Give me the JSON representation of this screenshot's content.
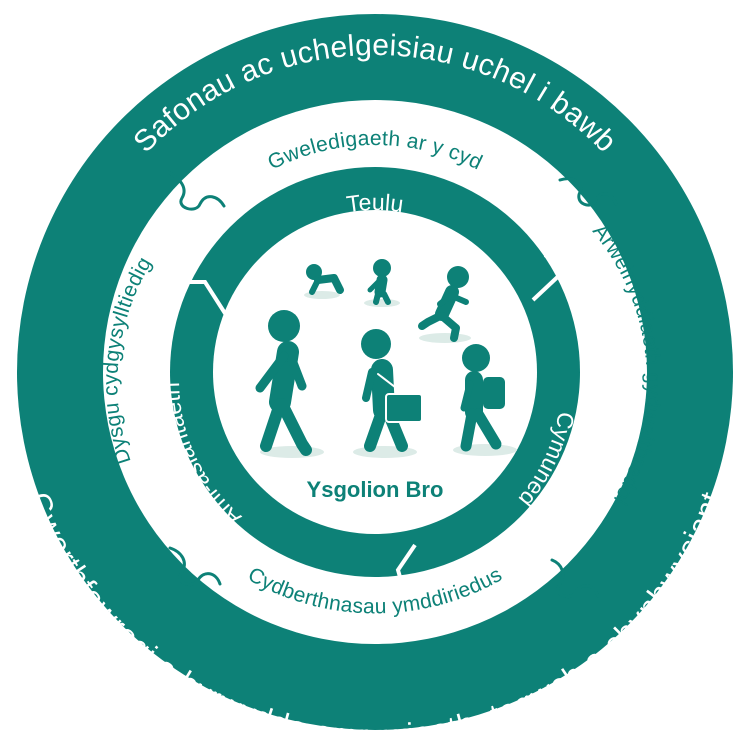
{
  "colors": {
    "primary": "#0d8177",
    "center_fill": "#ffffff",
    "shadow": "#dcebe7",
    "ring_mid": "#ffffff"
  },
  "outer_ring": {
    "top": "Safonau ac uchelgeisiau uchel i bawb",
    "bottom": "Gwerthfawrogi a hyrwyddo amrywiaeth, tegwch a chynhwysiant"
  },
  "middle_ring": {
    "top": "Gweledigaeth ar y cyd",
    "left": "Dysgu cydgysylltiedig",
    "right": "Arweinyddiaeth gydweithredol",
    "bottom": "Cydberthnasau ymddiriedus"
  },
  "inner_ring": {
    "top": "Teulu",
    "left": "Aml-asiantaeth",
    "right": "Cymuned"
  },
  "center": {
    "title": "Ysgolion Bro",
    "figures": [
      "crawling-baby-icon",
      "toddler-icon",
      "running-child-icon",
      "walking-adult-icon",
      "person-with-briefcase-icon",
      "student-with-backpack-icon"
    ]
  }
}
